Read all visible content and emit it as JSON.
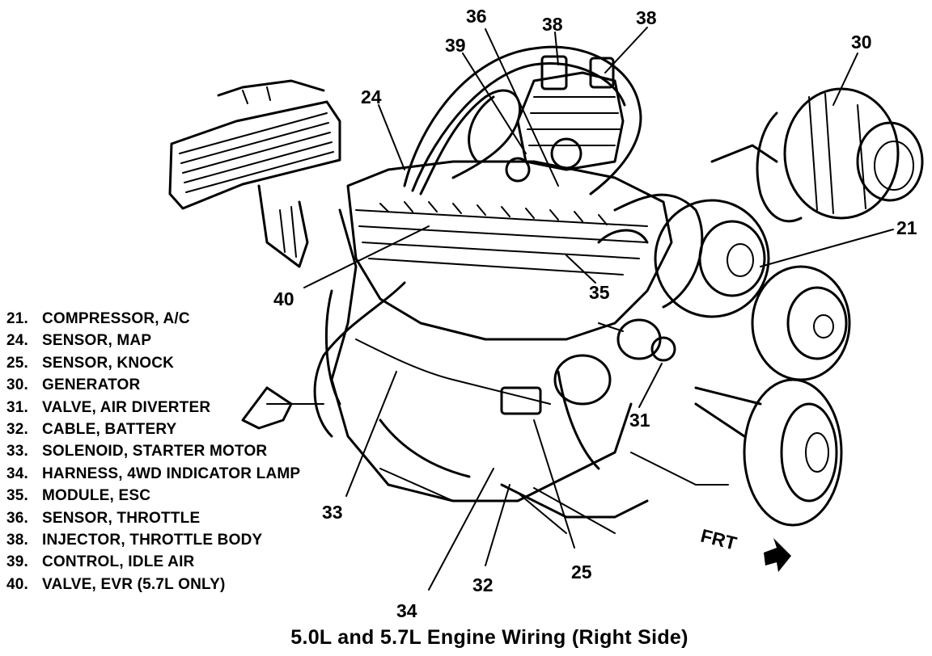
{
  "legend": [
    {
      "num": "21.",
      "label": "COMPRESSOR, A/C"
    },
    {
      "num": "24.",
      "label": "SENSOR, MAP"
    },
    {
      "num": "25.",
      "label": "SENSOR, KNOCK"
    },
    {
      "num": "30.",
      "label": "GENERATOR"
    },
    {
      "num": "31.",
      "label": "VALVE, AIR DIVERTER"
    },
    {
      "num": "32.",
      "label": "CABLE, BATTERY"
    },
    {
      "num": "33.",
      "label": "SOLENOID, STARTER MOTOR"
    },
    {
      "num": "34.",
      "label": "HARNESS, 4WD INDICATOR LAMP"
    },
    {
      "num": "35.",
      "label": "MODULE, ESC"
    },
    {
      "num": "36.",
      "label": "SENSOR, THROTTLE"
    },
    {
      "num": "38.",
      "label": "INJECTOR, THROTTLE BODY"
    },
    {
      "num": "39.",
      "label": "CONTROL, IDLE AIR"
    },
    {
      "num": "40.",
      "label": "VALVE, EVR (5.7L ONLY)"
    }
  ],
  "callouts": {
    "c36": "36",
    "c38a": "38",
    "c38b": "38",
    "c39": "39",
    "c30": "30",
    "c24": "24",
    "c21": "21",
    "c40": "40",
    "c35": "35",
    "c31": "31",
    "c33": "33",
    "c32": "32",
    "c25": "25",
    "c34": "34"
  },
  "direction_label": "FRT",
  "caption": "5.0L and 5.7L Engine Wiring (Right Side)"
}
